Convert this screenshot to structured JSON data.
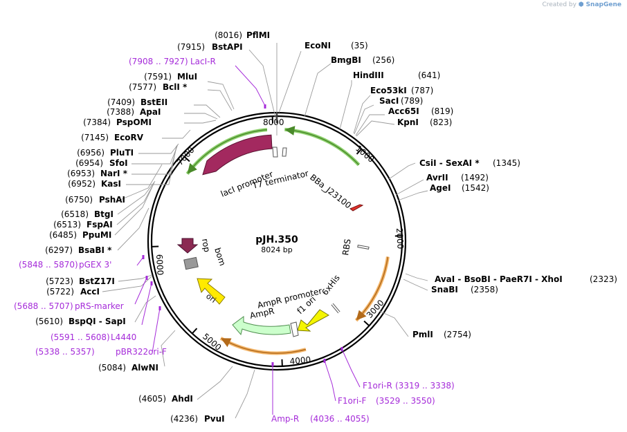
{
  "credit": {
    "prefix": "Created by",
    "brand": "SnapGene"
  },
  "plasmid": {
    "name": "pJH.350",
    "length": "8024 bp"
  },
  "ticks": [
    "8000",
    "1000",
    "2000",
    "3000",
    "4000",
    "5000",
    "6000",
    "7000"
  ],
  "enzymes": [
    {
      "pos": "(8016)",
      "name": "PflMI"
    },
    {
      "pos": "(7915)",
      "name": "BstAPI"
    },
    {
      "pos": "(7591)",
      "name": "MluI"
    },
    {
      "pos": "(7577)",
      "name": "BclI *"
    },
    {
      "pos": "(7409)",
      "name": "BstEII"
    },
    {
      "pos": "(7388)",
      "name": "ApaI"
    },
    {
      "pos": "(7384)",
      "name": "PspOMI"
    },
    {
      "pos": "(7145)",
      "name": "EcoRV"
    },
    {
      "pos": "(6956)",
      "name": "PluTI"
    },
    {
      "pos": "(6954)",
      "name": "SfoI"
    },
    {
      "pos": "(6953)",
      "name": "NarI *"
    },
    {
      "pos": "(6952)",
      "name": "KasI"
    },
    {
      "pos": "(6750)",
      "name": "PshAI"
    },
    {
      "pos": "(6518)",
      "name": "BtgI"
    },
    {
      "pos": "(6513)",
      "name": "FspAI"
    },
    {
      "pos": "(6485)",
      "name": "PpuMI"
    },
    {
      "pos": "(6297)",
      "name": "BsaBI *"
    },
    {
      "pos": "(5723)",
      "name": "BstZ17I"
    },
    {
      "pos": "(5722)",
      "name": "AccI"
    },
    {
      "pos": "(5610)",
      "name": "BspQI  -  SapI"
    },
    {
      "pos": "(5084)",
      "name": "AlwNI"
    },
    {
      "pos": "(4605)",
      "name": "AhdI"
    },
    {
      "pos": "(4236)",
      "name": "PvuI"
    },
    {
      "pos": "(35)",
      "name": "EcoNI"
    },
    {
      "pos": "(256)",
      "name": "BmgBI"
    },
    {
      "pos": "(641)",
      "name": "HindIII"
    },
    {
      "pos": "(787)",
      "name": "Eco53kI"
    },
    {
      "pos": "(789)",
      "name": "SacI"
    },
    {
      "pos": "(819)",
      "name": "Acc65I"
    },
    {
      "pos": "(823)",
      "name": "KpnI"
    },
    {
      "pos": "(1345)",
      "name": "CsiI  -  SexAI *"
    },
    {
      "pos": "(1492)",
      "name": "AvrII"
    },
    {
      "pos": "(1542)",
      "name": "AgeI"
    },
    {
      "pos": "(2323)",
      "name": "AvaI  -  BsoBI  -  PaeR7I  -  XhoI"
    },
    {
      "pos": "(2358)",
      "name": "SnaBI"
    },
    {
      "pos": "(2754)",
      "name": "PmlI"
    }
  ],
  "primers": [
    {
      "range": "(7908 .. 7927)",
      "name": "LacI-R"
    },
    {
      "range": "(5848 .. 5870)",
      "name": "pGEX 3'"
    },
    {
      "range": "(5688 .. 5707)",
      "name": "pRS-marker"
    },
    {
      "range": "(5591 .. 5608)",
      "name": "L4440"
    },
    {
      "range": "(5338 .. 5357)",
      "name": "pBR322ori-F"
    },
    {
      "range": "(3319 .. 3338)",
      "name": "F1ori-R"
    },
    {
      "range": "(3529 .. 3550)",
      "name": "F1ori-F"
    },
    {
      "range": "(4036 .. 4055)",
      "name": "Amp-R"
    }
  ],
  "features": [
    {
      "name": "lacI",
      "color": "#a3295f"
    },
    {
      "name": "lacI promoter",
      "color": "#ffffff"
    },
    {
      "name": "T7 terminator",
      "color": "#ffffff"
    },
    {
      "name": "BBa_J23100",
      "color": "#e0332b"
    },
    {
      "name": "RBS",
      "color": "#ffffff"
    },
    {
      "name": "6xHis",
      "color": "#ffffff"
    },
    {
      "name": "f1 ori",
      "color": "#f5f500"
    },
    {
      "name": "AmpR promoter",
      "color": "#ffffff"
    },
    {
      "name": "AmpR",
      "color": "#ccffcc"
    },
    {
      "name": "ori",
      "color": "#ffea00"
    },
    {
      "name": "bom",
      "color": "#999999"
    },
    {
      "name": "rop",
      "color": "#8b2a52"
    }
  ],
  "colors": {
    "primer": "#a52bd9",
    "orf_green": "#8ed16e",
    "orf_orange": "#f3b66b"
  }
}
